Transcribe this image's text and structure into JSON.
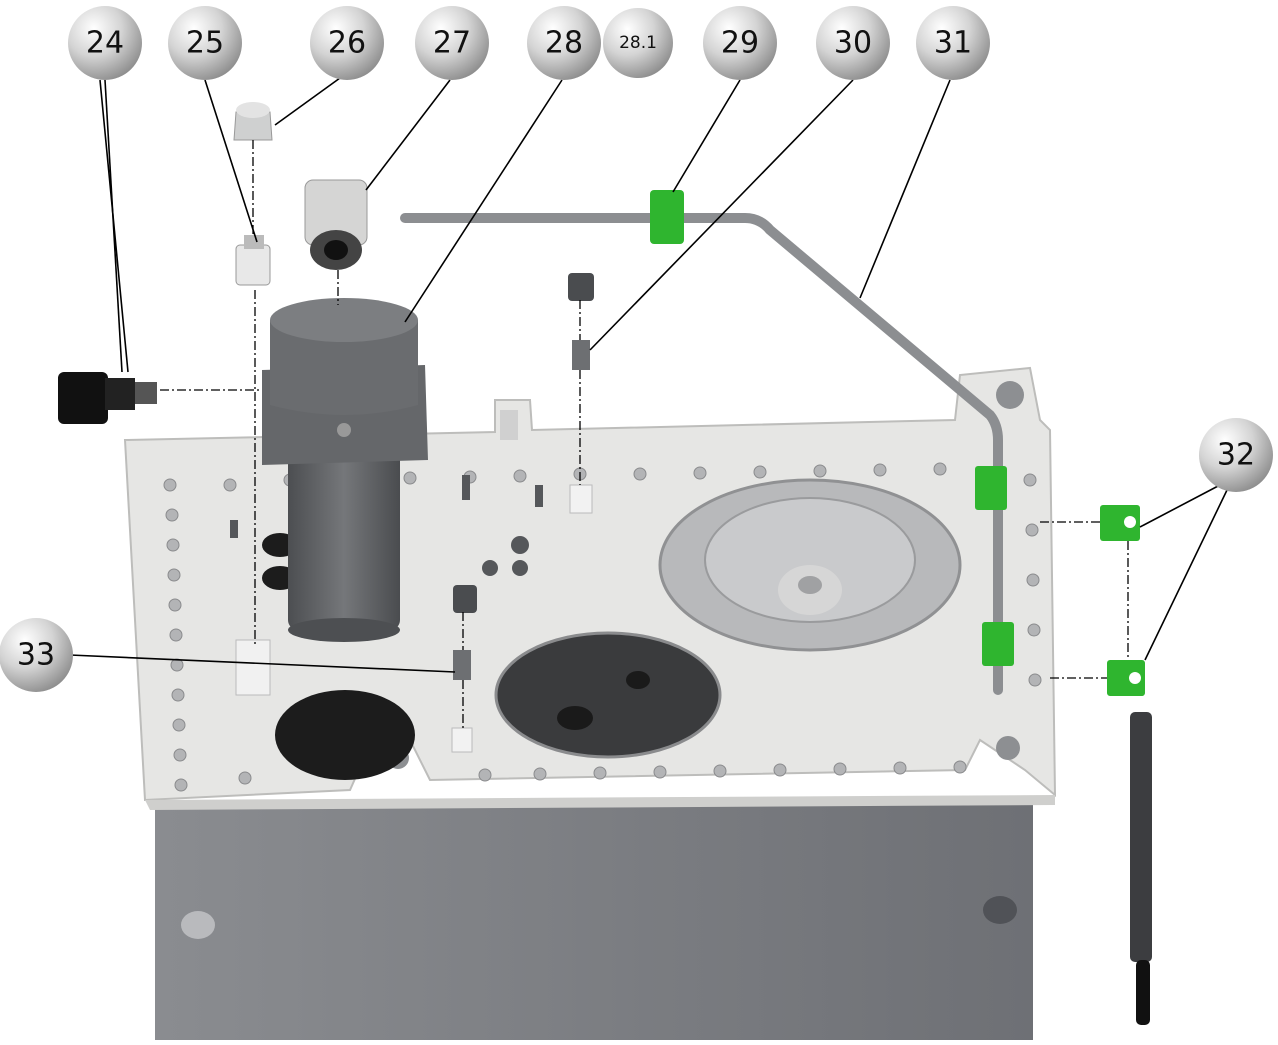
{
  "title": "Hydraulic tank top plate exploded view",
  "callouts": [
    {
      "id": "24",
      "label": "24"
    },
    {
      "id": "25",
      "label": "25"
    },
    {
      "id": "26",
      "label": "26"
    },
    {
      "id": "27",
      "label": "27"
    },
    {
      "id": "28",
      "label": "28"
    },
    {
      "id": "28_1",
      "label": "28.1"
    },
    {
      "id": "29",
      "label": "29"
    },
    {
      "id": "30",
      "label": "30"
    },
    {
      "id": "31",
      "label": "31"
    },
    {
      "id": "32",
      "label": "32"
    },
    {
      "id": "33",
      "label": "33"
    }
  ],
  "colors": {
    "plate": "#e4e4e2",
    "tank": "#7b7d82",
    "filter": "#5e6063",
    "clamp": "#2fb52f",
    "bubble": "#cfcfcf"
  }
}
